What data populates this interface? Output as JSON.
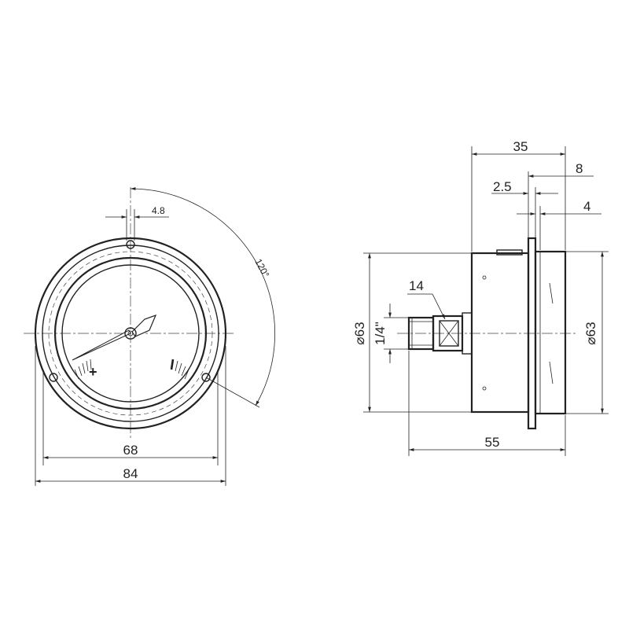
{
  "front_view": {
    "dim_bezel_width": "84",
    "dim_dial_width": "68",
    "dim_hole": "4.8",
    "dim_angle": "120°"
  },
  "side_view": {
    "dim_depth": "35",
    "dim_front_ring": "8",
    "dim_flange": "2.5",
    "dim_glass": "4",
    "dim_case_diameter": "⌀63",
    "dim_front_diameter": "⌀63",
    "dim_thread": "1/4\"",
    "dim_wrench": "14",
    "dim_overall_length": "55"
  },
  "colors": {
    "line": "#222222",
    "background": "#ffffff"
  }
}
